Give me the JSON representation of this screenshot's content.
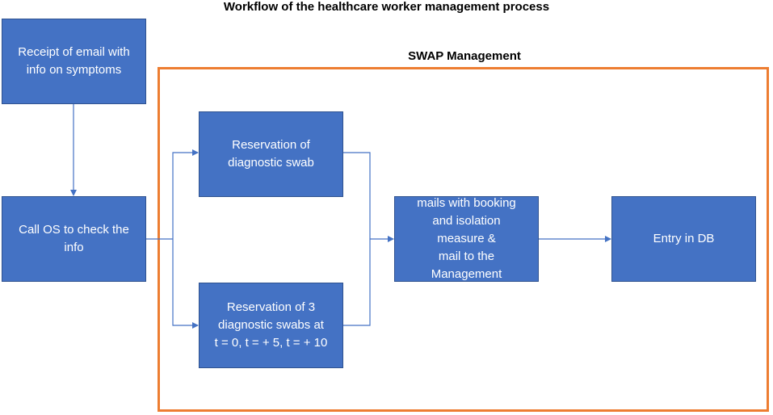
{
  "title": "Workflow of the healthcare worker management process",
  "swap_label": "SWAP Management",
  "nodes": {
    "receipt": "Receipt of email with\ninfo on symptoms",
    "call": "Call OS to check the\ninfo",
    "single_swab": "Reservation of\ndiagnostic swab",
    "triple_swab": "Reservation of 3\ndiagnostic swabs at\nt = 0, t = + 5, t = + 10",
    "mails": "mails with booking\nand isolation\nmeasure &\nmail to the\nManagement",
    "entry": "Entry in DB"
  },
  "colors": {
    "node_fill": "#4472C4",
    "node_text": "#FFFFFF",
    "edge": "#4472C4",
    "frame": "#ED7D31"
  }
}
